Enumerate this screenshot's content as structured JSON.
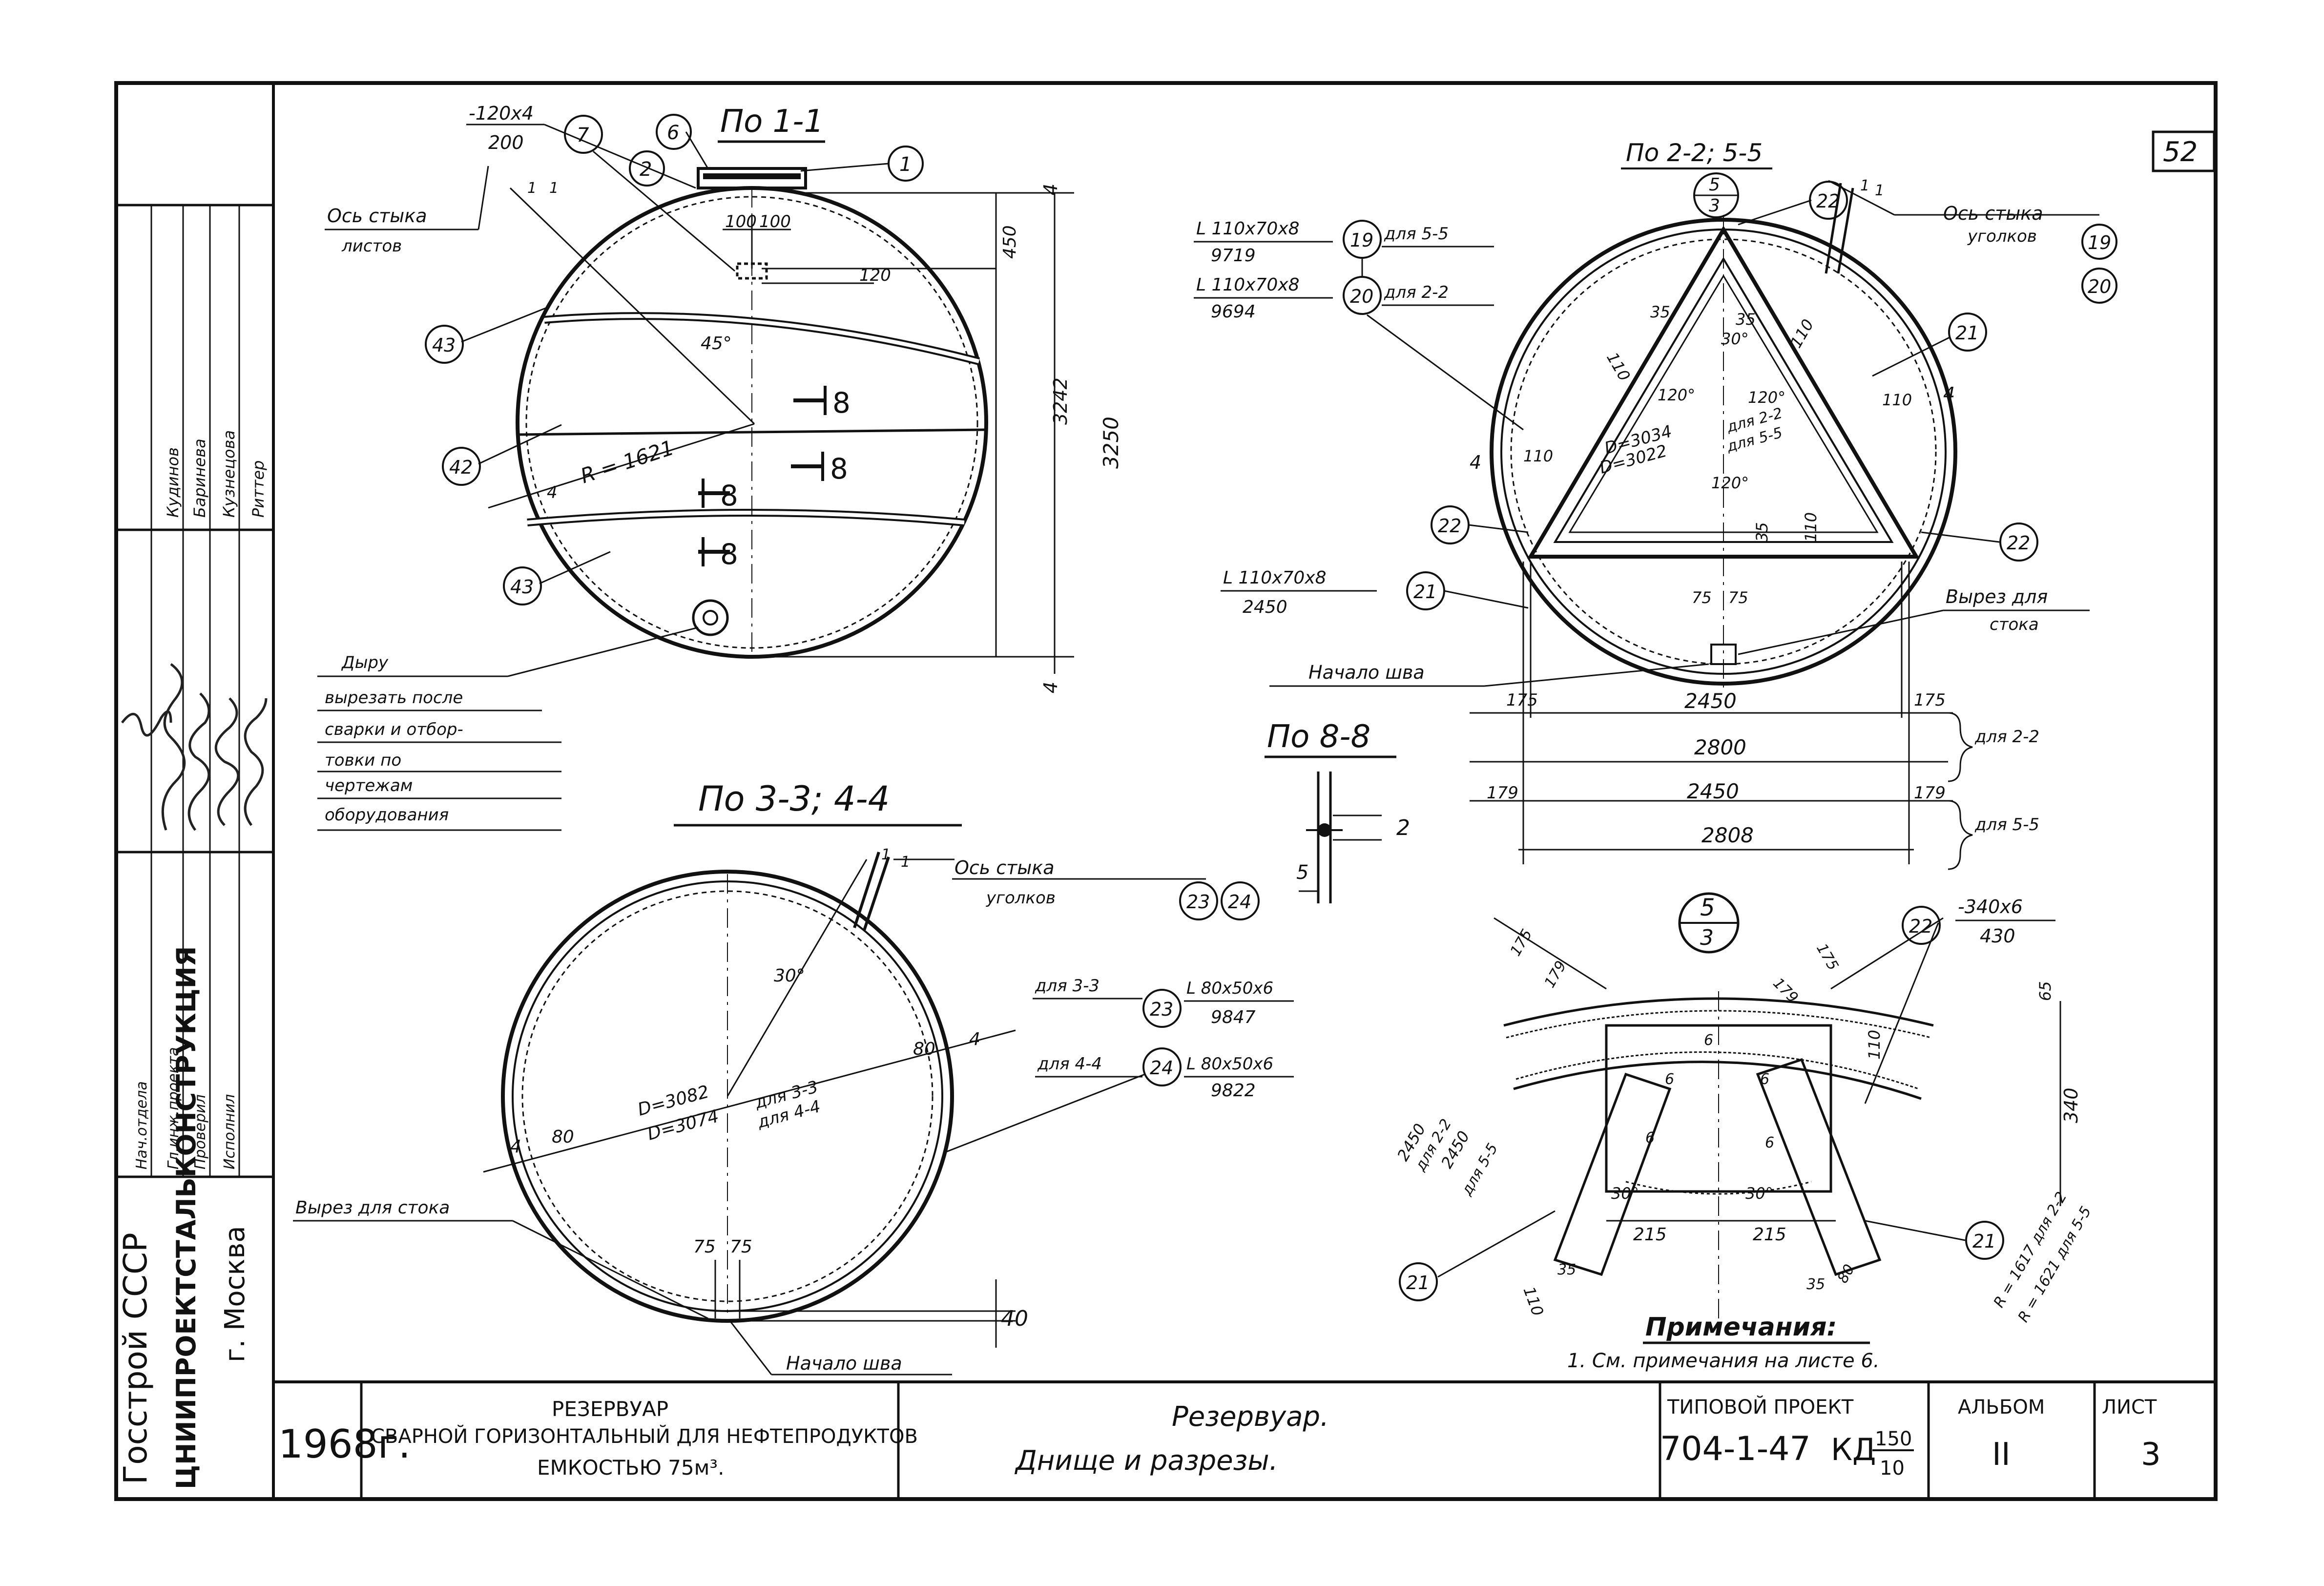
{
  "sheet_number_top": "52",
  "sections": {
    "s11": "По 1-1",
    "s22": "По 2-2; 5-5",
    "s33": "По 3-3; 4-4",
    "s88": "По 8-8"
  },
  "view11": {
    "plate": "-120x4",
    "plate_len": "200",
    "joint_label_1": "Ось стыка",
    "joint_label_2": "листов",
    "dim_100a": "100",
    "dim_100b": "100",
    "dim_120": "120",
    "dim_450": "450",
    "dim_3242": "3242",
    "dim_3250": "3250",
    "dim_4a": "4",
    "dim_4b": "4",
    "dim_4c": "4",
    "dim_1a": "1",
    "dim_1b": "1",
    "angle": "45°",
    "radius": "R = 1621",
    "section8": "8",
    "note_lines": [
      "Дыру",
      "вырезать после",
      "сварки и отбор-",
      "товки по",
      "чертежам",
      "оборудования"
    ],
    "callouts": [
      "1",
      "2",
      "6",
      "7",
      "43",
      "42",
      "43"
    ]
  },
  "view22": {
    "ref_top": "5",
    "ref_bottom": "3",
    "angle19": "L 110x70x8",
    "len19": "9719",
    "for19": "для 5-5",
    "angle20": "L 110x70x8",
    "len20": "9694",
    "for20": "для 2-2",
    "angle21": "L 110x70x8",
    "len21": "2450",
    "joint_label_1": "Ось стыка",
    "joint_label_2": "уголков",
    "cutout_1": "Вырез для",
    "cutout_2": "стока",
    "weld_start": "Начало шва",
    "d1": "D=3034",
    "d2": "D=3022",
    "for22": "для 2-2",
    "for55": "для 5-5",
    "dims": {
      "d110a": "110",
      "d35a": "35",
      "d35b": "35",
      "d30": "30°",
      "d110b": "110",
      "d110c": "110",
      "d4a": "4",
      "d4b": "4",
      "d110d": "110",
      "d120a": "120°",
      "d120b": "120°",
      "d120c": "120°",
      "d35c": "35",
      "d110e": "110",
      "d75a": "75",
      "d75b": "75",
      "d175a": "175",
      "d2450a": "2450",
      "d175b": "175",
      "d2800": "2800",
      "d179a": "179",
      "d2450b": "2450",
      "d179b": "179",
      "d2808": "2808"
    },
    "callouts": [
      "19",
      "20",
      "21",
      "22",
      "22",
      "22",
      "19",
      "20",
      "21"
    ]
  },
  "view33": {
    "joint_label_1": "Ось стыка",
    "joint_label_2": "уголков",
    "for33": "для 3-3",
    "angle23": "L 80x50x6",
    "len23": "9847",
    "for44": "для 4-4",
    "angle24": "L 80x50x6",
    "len24": "9822",
    "d1": "D=3082",
    "d2": "D=3074",
    "d_for33": "для 3-3",
    "d_for44": "для 4-4",
    "angle": "30°",
    "cutout": "Вырез для стока",
    "weld_start": "Начало шва",
    "dims": {
      "d4a": "4",
      "d80a": "80",
      "d80b": "80",
      "d4b": "4",
      "d75a": "75",
      "d75b": "75",
      "d40": "40",
      "d1a": "1",
      "d1b": "1"
    },
    "callouts": [
      "23",
      "24",
      "23",
      "24"
    ]
  },
  "view88": {
    "dim2": "2",
    "dim5": "5"
  },
  "detail5": {
    "ref_top": "5",
    "ref_bottom": "3",
    "plate": "-340x6",
    "plate_len": "430",
    "dims": {
      "d175a": "175",
      "d179a": "179",
      "d179b": "179",
      "d175b": "175",
      "d65": "65",
      "d340": "340",
      "d110": "110",
      "d2450a": "2450",
      "for22": "для 2-2",
      "d2450b": "2450",
      "for55": "для 5-5",
      "d30a": "30°",
      "d30b": "30°",
      "d215a": "215",
      "d215b": "215",
      "d110b": "110",
      "d35a": "35",
      "d35b": "35",
      "d80": "80",
      "d6": "6",
      "r1": "R = 1617 для 2-2",
      "r2": "R = 1621 для 5-5"
    },
    "callouts": [
      "22",
      "21",
      "21"
    ]
  },
  "notes": {
    "title": "Примечания:",
    "items": [
      "1. См. примечания на листе 6."
    ]
  },
  "side_stamp": {
    "org1": "Госстрой СССР",
    "org2": "ЦНИИПРОЕКТСТАЛЬКОНСТРУКЦИЯ",
    "city": "г. Москва",
    "roles": [
      "Нач.отдела",
      "Гл.инж.проекта",
      "Проверил",
      "Исполнил"
    ],
    "names": [
      "Кудинов",
      "Баринева",
      "Кузнецова",
      "Риттер"
    ]
  },
  "title_block": {
    "year": "1968г.",
    "object_title_1": "РЕЗЕРВУАР",
    "object_title_2": "СВАРНОЙ ГОРИЗОНТАЛЬНЫЙ ДЛЯ НЕФТЕПРОДУКТОВ",
    "object_title_3": "ЕМКОСТЬЮ 75м³.",
    "drawing_title_1": "Резервуар.",
    "drawing_title_2": "Днище и разрезы.",
    "project_label": "ТИПОВОЙ ПРОЕКТ",
    "project_code": "704-1-47",
    "project_kd": "КД",
    "kd_num": "150",
    "kd_den": "10",
    "album_label": "АЛЬБОМ",
    "album_value": "II",
    "sheet_label": "ЛИСТ",
    "sheet_value": "3"
  }
}
